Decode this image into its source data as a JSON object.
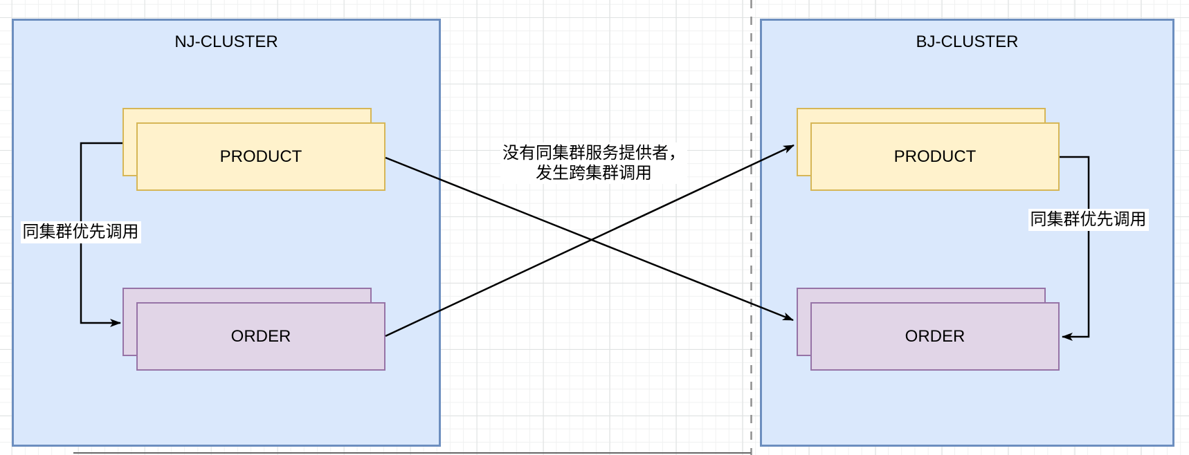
{
  "diagram": {
    "clusters": [
      {
        "id": "nj",
        "title": "NJ-CLUSTER",
        "nodes": [
          {
            "id": "nj-product",
            "label": "PRODUCT"
          },
          {
            "id": "nj-order",
            "label": "ORDER"
          }
        ]
      },
      {
        "id": "bj",
        "title": "BJ-CLUSTER",
        "nodes": [
          {
            "id": "bj-product",
            "label": "PRODUCT"
          },
          {
            "id": "bj-order",
            "label": "ORDER"
          }
        ]
      }
    ],
    "edges": [
      {
        "id": "nj-product-to-nj-order",
        "from": "nj-product",
        "to": "nj-order",
        "label": "同集群优先调用"
      },
      {
        "id": "bj-product-to-bj-order",
        "from": "bj-product",
        "to": "bj-order",
        "label": "同集群优先调用"
      },
      {
        "id": "nj-product-to-bj-order",
        "from": "nj-product",
        "to": "bj-order",
        "label": ""
      },
      {
        "id": "nj-order-to-bj-product",
        "from": "nj-order",
        "to": "bj-product",
        "label": ""
      }
    ],
    "cross_cluster_note": {
      "line1": "没有同集群服务提供者，",
      "line2": "发生跨集群调用"
    },
    "colors": {
      "cluster_fill": "#dae8fc",
      "cluster_stroke": "#6c8ebf",
      "product_fill": "#fff2cc",
      "product_stroke": "#d6b656",
      "order_fill": "#e1d5e7",
      "order_stroke": "#9673a6",
      "arrow": "#000000",
      "page_divider": "#8f8f8f",
      "background": "#ffffff"
    }
  }
}
